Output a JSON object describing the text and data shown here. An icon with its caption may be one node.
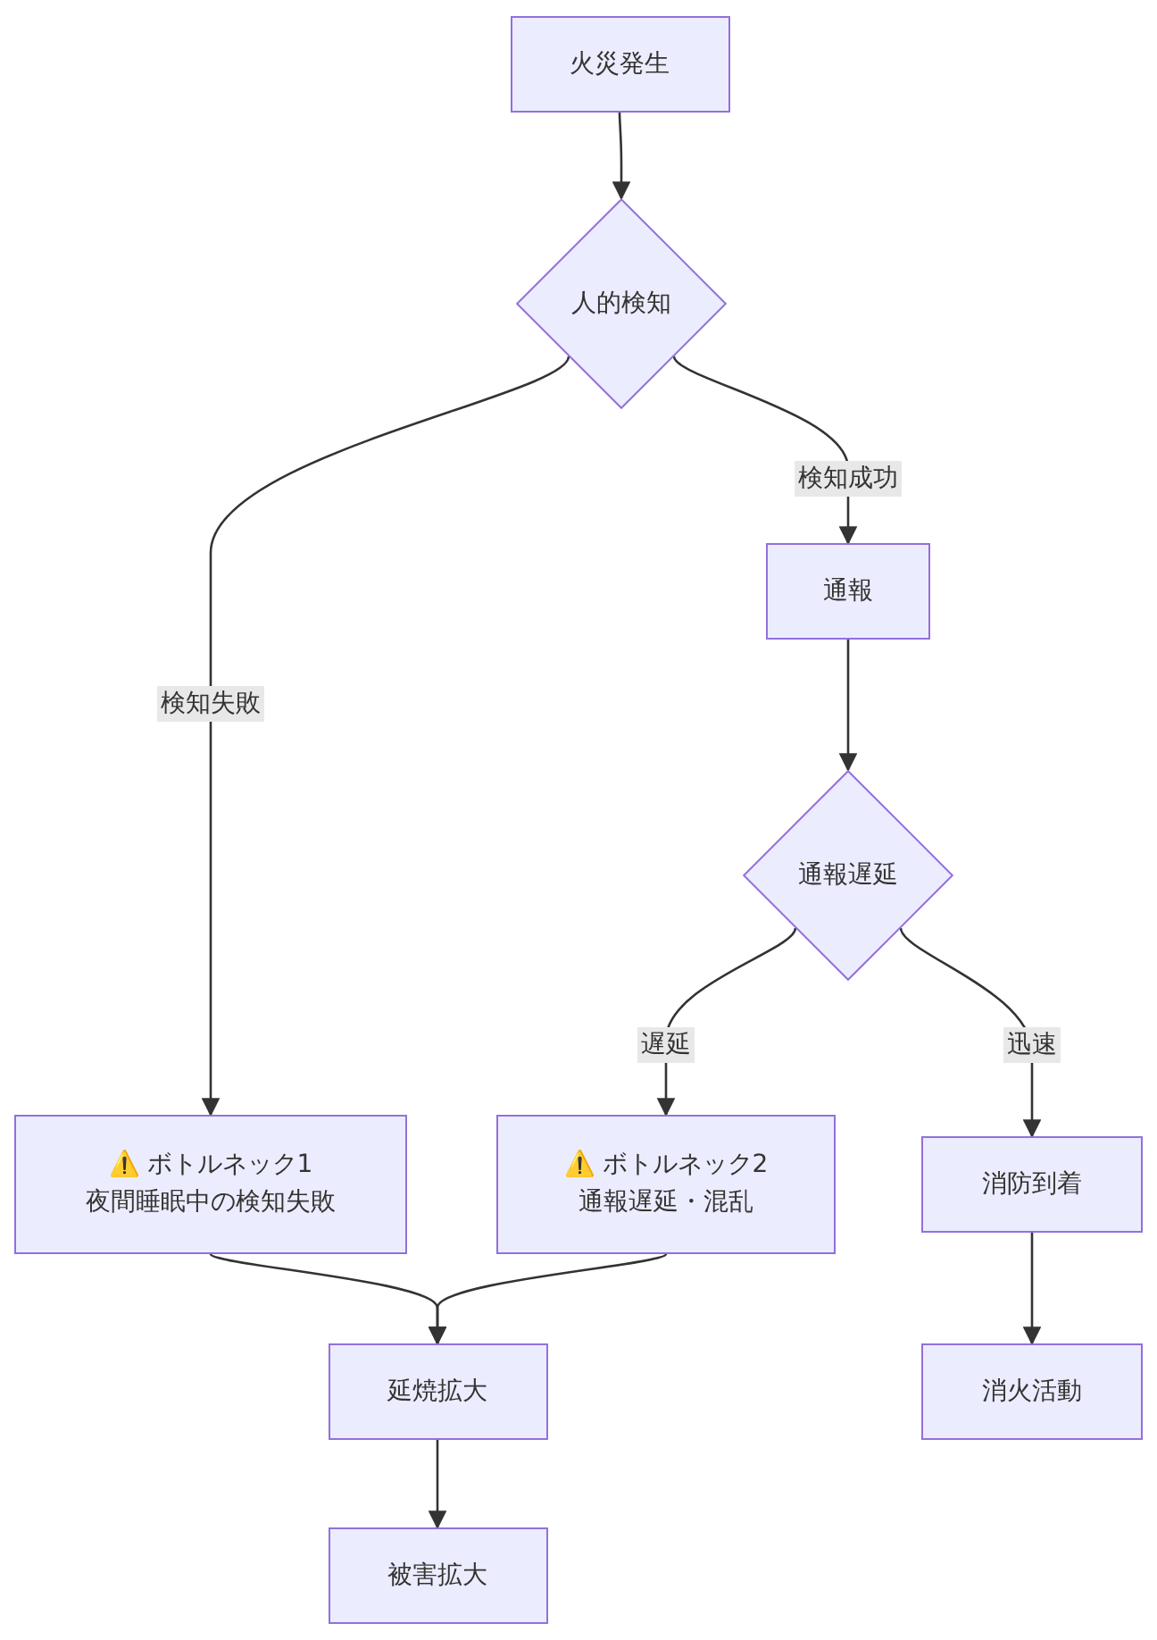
{
  "diagram": {
    "nodes": [
      {
        "text": [
          "火災発生"
        ]
      },
      {
        "text": [
          "人的検知"
        ]
      },
      {
        "text": [
          "通報"
        ]
      },
      {
        "text": [
          "通報遅延"
        ]
      },
      {
        "text": [
          "⚠️ ボトルネック1",
          "夜間睡眠中の検知失敗"
        ]
      },
      {
        "text": [
          "⚠️ ボトルネック2",
          "通報遅延・混乱"
        ]
      },
      {
        "text": [
          "消防到着"
        ]
      },
      {
        "text": [
          "延焼拡大"
        ]
      },
      {
        "text": [
          "被害拡大"
        ]
      },
      {
        "text": [
          "消火活動"
        ]
      }
    ],
    "edges": [
      {
        "from": 0,
        "to": 1,
        "arrow": "to"
      },
      {
        "from": 1,
        "to": 2,
        "arrow": "to",
        "label": "検知成功"
      },
      {
        "from": 1,
        "to": 4,
        "arrow": "to",
        "label": "検知失敗"
      },
      {
        "from": 2,
        "to": 3,
        "arrow": "to"
      },
      {
        "from": 3,
        "to": 5,
        "arrow": "to",
        "label": "遅延"
      },
      {
        "from": 3,
        "to": 6,
        "arrow": "to",
        "label": "迅速"
      },
      {
        "from": 4,
        "to": 7,
        "arrow": "to"
      },
      {
        "from": 5,
        "to": 7,
        "arrow": "to"
      },
      {
        "from": 6,
        "to": 9,
        "arrow": "to"
      },
      {
        "from": 7,
        "to": 8,
        "arrow": "to"
      }
    ]
  }
}
